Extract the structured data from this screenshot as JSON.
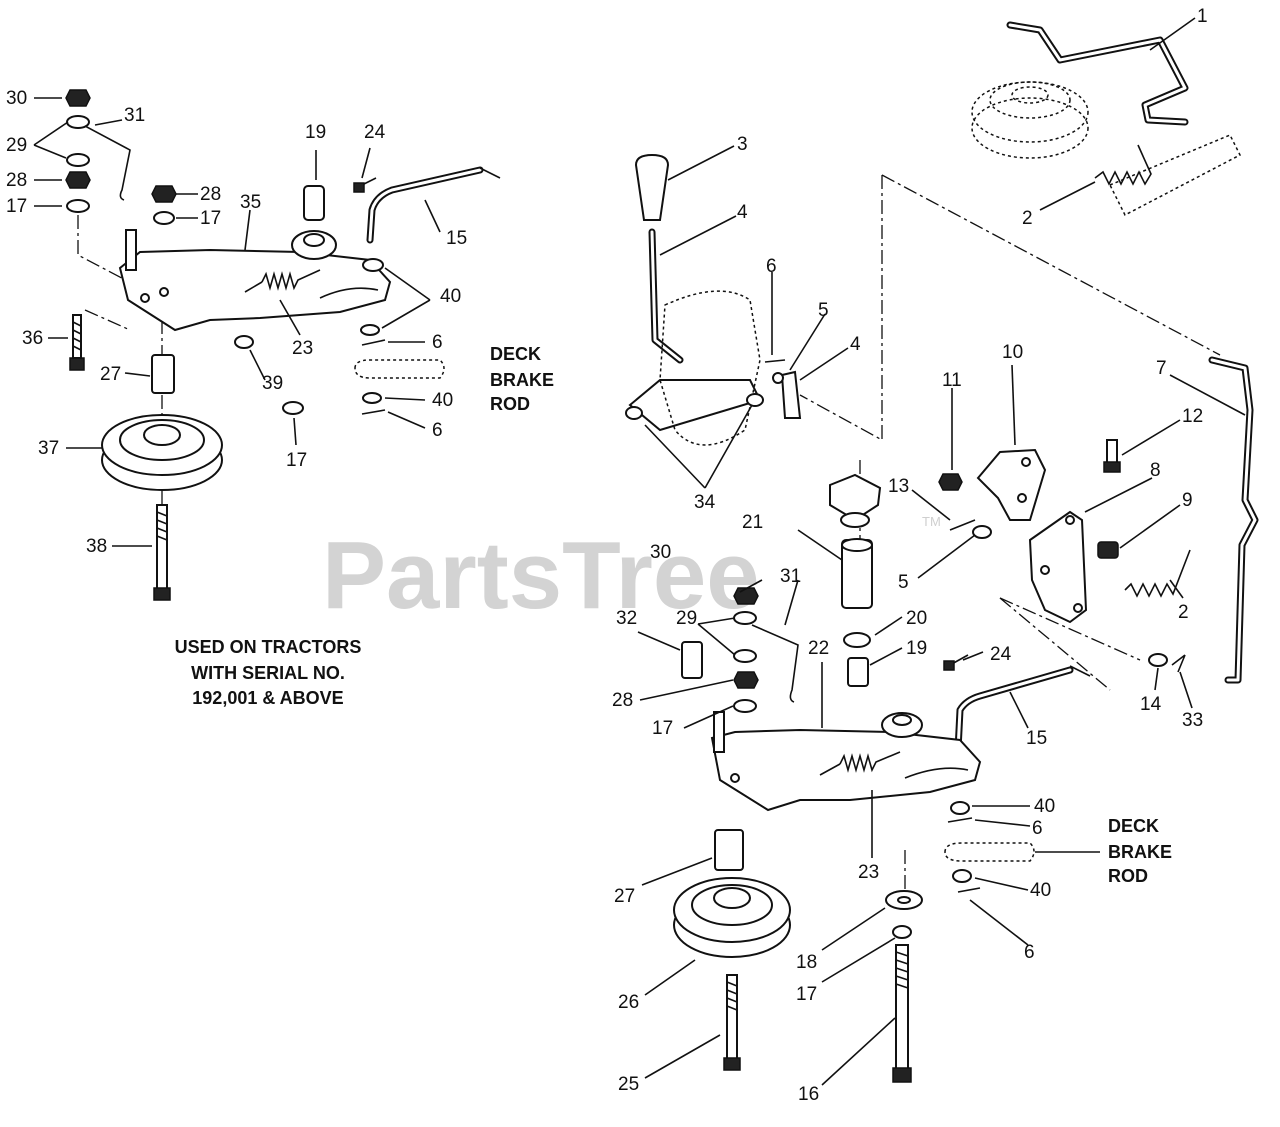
{
  "watermark": {
    "brand": "PartsTree",
    "trademark": "TM"
  },
  "note": {
    "lines": [
      "USED ON TRACTORS",
      "WITH SERIAL NO.",
      "192,001 & ABOVE"
    ]
  },
  "brake_labels": {
    "left": [
      "DECK",
      "BRAKE",
      "ROD"
    ],
    "right": [
      "DECK",
      "BRAKE",
      "ROD"
    ]
  },
  "callouts": {
    "left": [
      "30",
      "31",
      "29",
      "28",
      "28",
      "17",
      "17",
      "19",
      "24",
      "35",
      "15",
      "40",
      "23",
      "36",
      "6",
      "27",
      "39",
      "40",
      "6",
      "17",
      "37",
      "38"
    ],
    "right": [
      "1",
      "2",
      "3",
      "4",
      "6",
      "5",
      "4",
      "10",
      "7",
      "11",
      "12",
      "8",
      "9",
      "13",
      "21",
      "5",
      "2",
      "30",
      "31",
      "29",
      "20",
      "19",
      "24",
      "32",
      "22",
      "28",
      "17",
      "14",
      "33",
      "15",
      "40",
      "6",
      "23",
      "27",
      "40",
      "6",
      "18",
      "17",
      "26",
      "25",
      "16",
      "34"
    ]
  }
}
